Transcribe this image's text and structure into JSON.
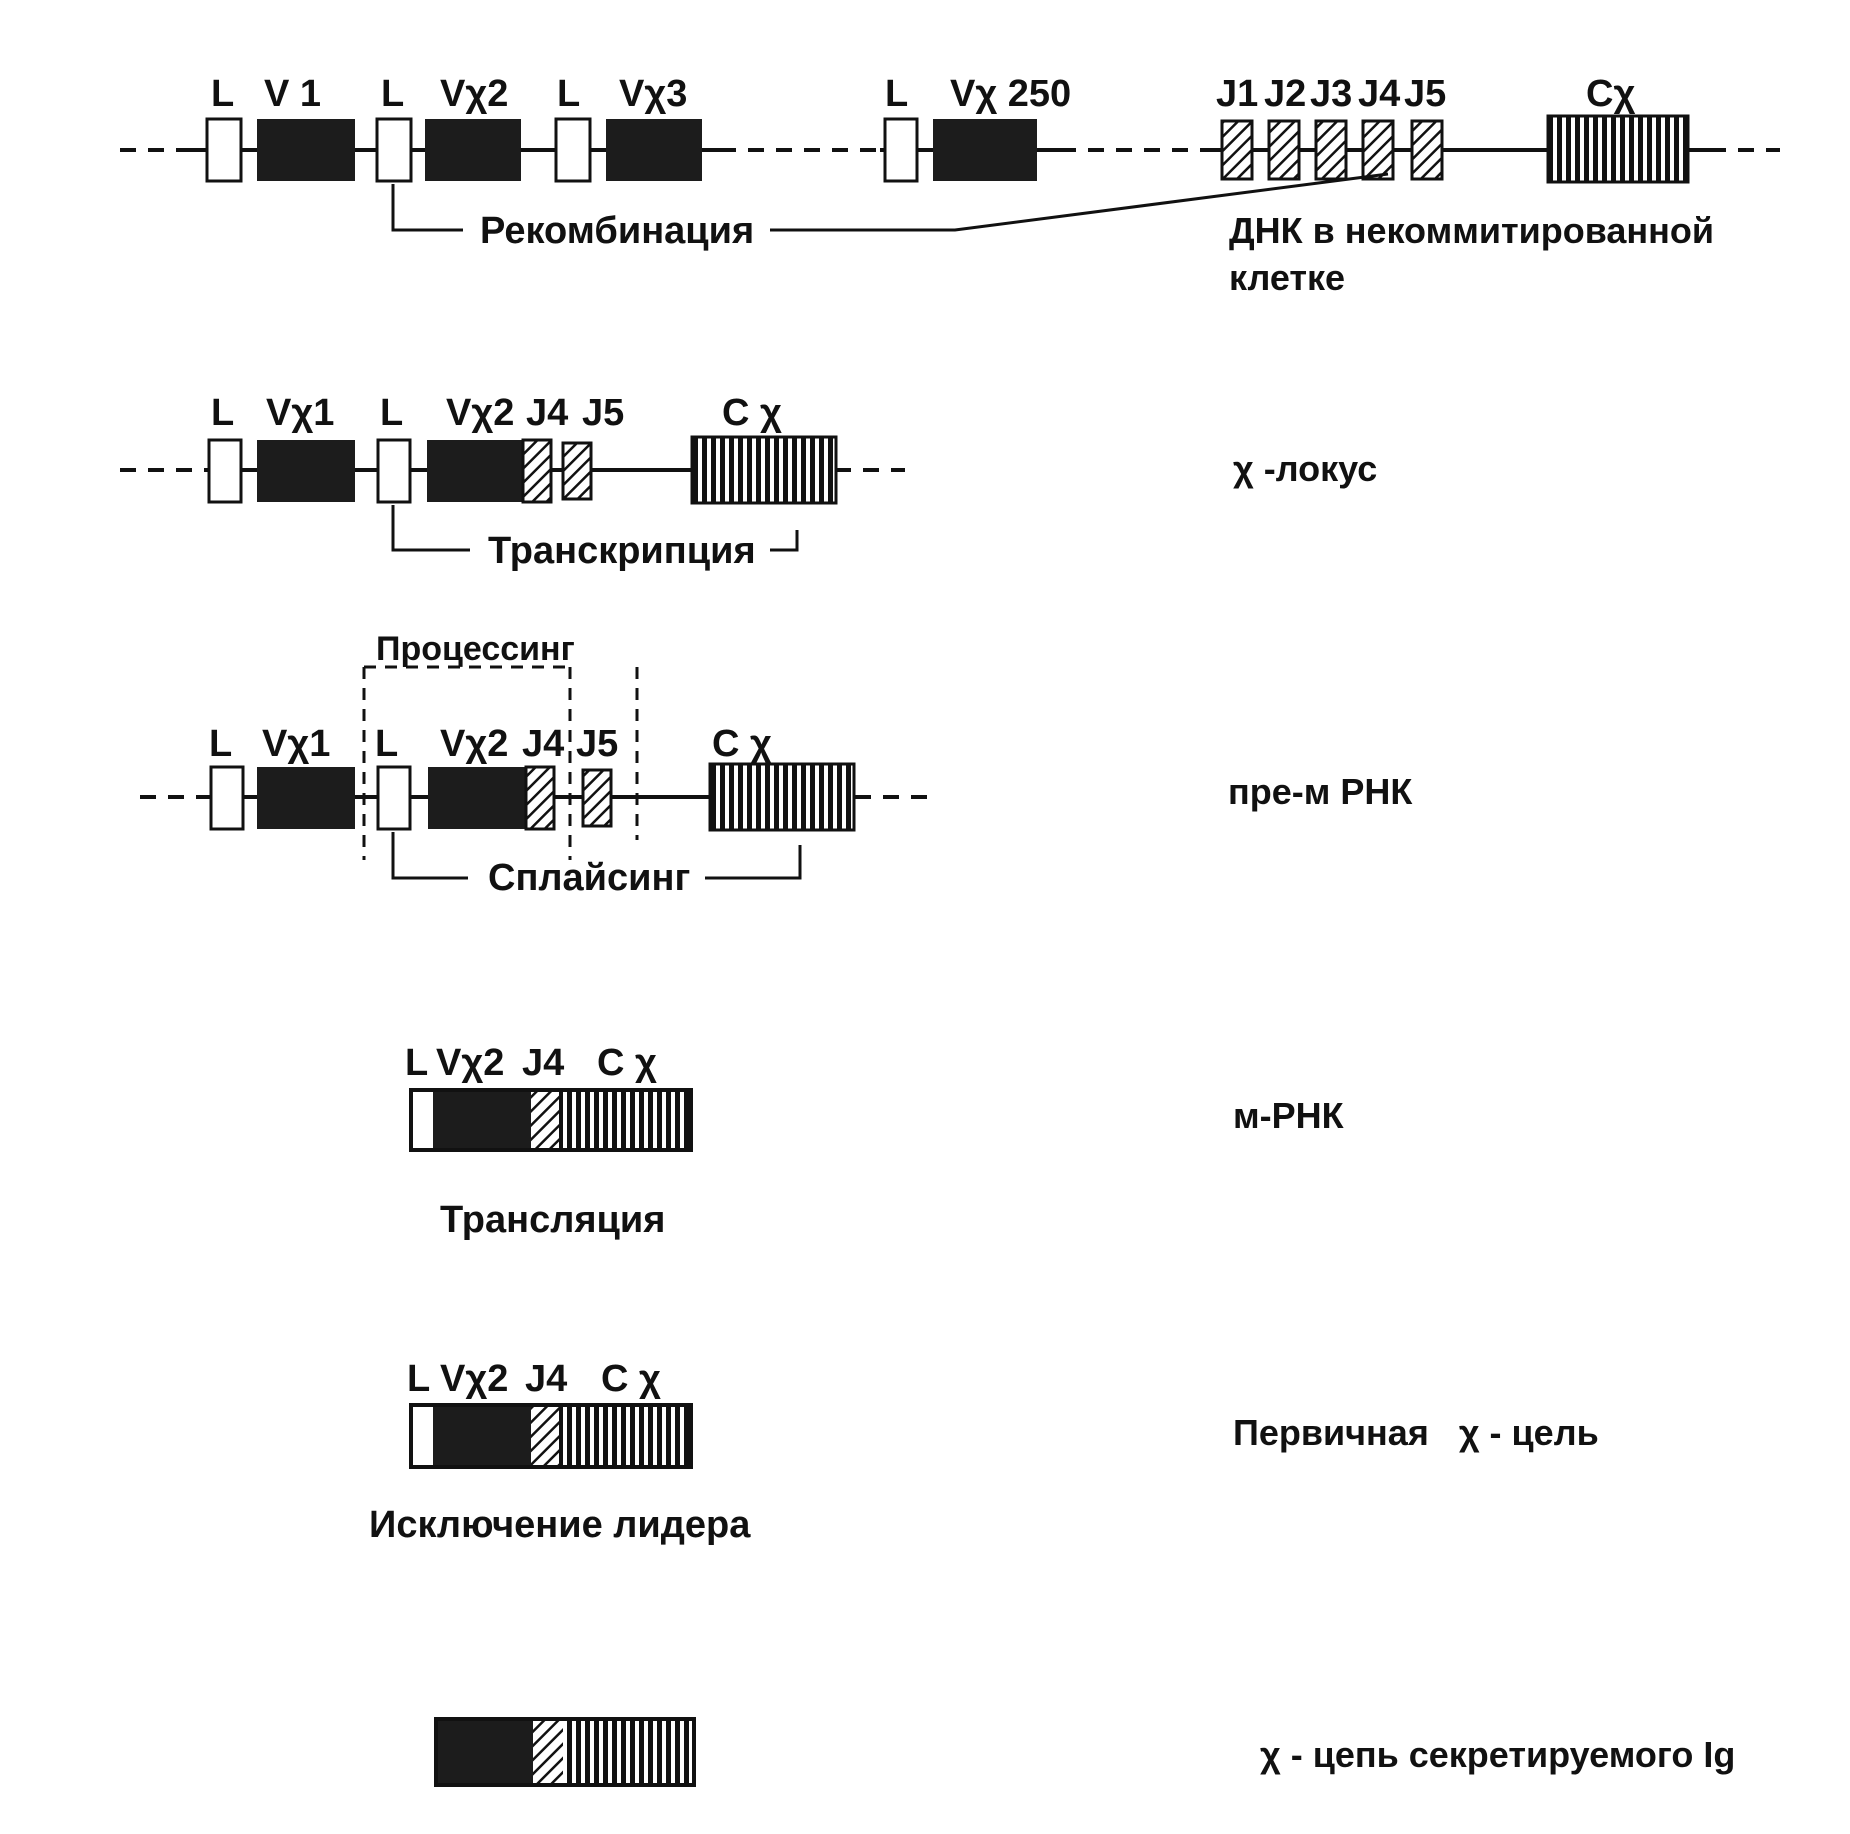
{
  "row1": {
    "labels": [
      "L",
      "V 1",
      "L",
      "Vχ2",
      "L",
      "Vχ3",
      "L",
      "Vχ 250",
      "J1",
      "J2",
      "J3",
      "J4",
      "J5",
      "Cχ"
    ],
    "process": "Рекомбинация",
    "stage": [
      "ДНК в некоммитированной",
      "клетке"
    ]
  },
  "row2": {
    "labels": [
      "L",
      "Vχ1",
      "L",
      "Vχ2",
      "J4",
      "J5",
      "C χ"
    ],
    "process": "Транскрипция",
    "stage": "χ -локус"
  },
  "row3": {
    "labels": [
      "L",
      "Vχ1",
      "L",
      "Vχ2",
      "J4",
      "J5",
      "C χ"
    ],
    "process_top": "Процессинг",
    "process": "Сплайсинг",
    "stage": "пре-м РНК"
  },
  "row4": {
    "labels": [
      "L",
      "Vχ2",
      "J4",
      "C χ"
    ],
    "process": "Трансляция",
    "stage": "м-РНК"
  },
  "row5": {
    "labels": [
      "L",
      "Vχ2",
      "J4",
      "C χ"
    ],
    "process": "Исключение лидера",
    "stage": "Первичная   χ - цель"
  },
  "row6": {
    "stage": "χ - цепь секретируемого Ig"
  },
  "colors": {
    "ink": "#111111",
    "paper": "#ffffff",
    "dark_box": "#1c1c1c"
  }
}
